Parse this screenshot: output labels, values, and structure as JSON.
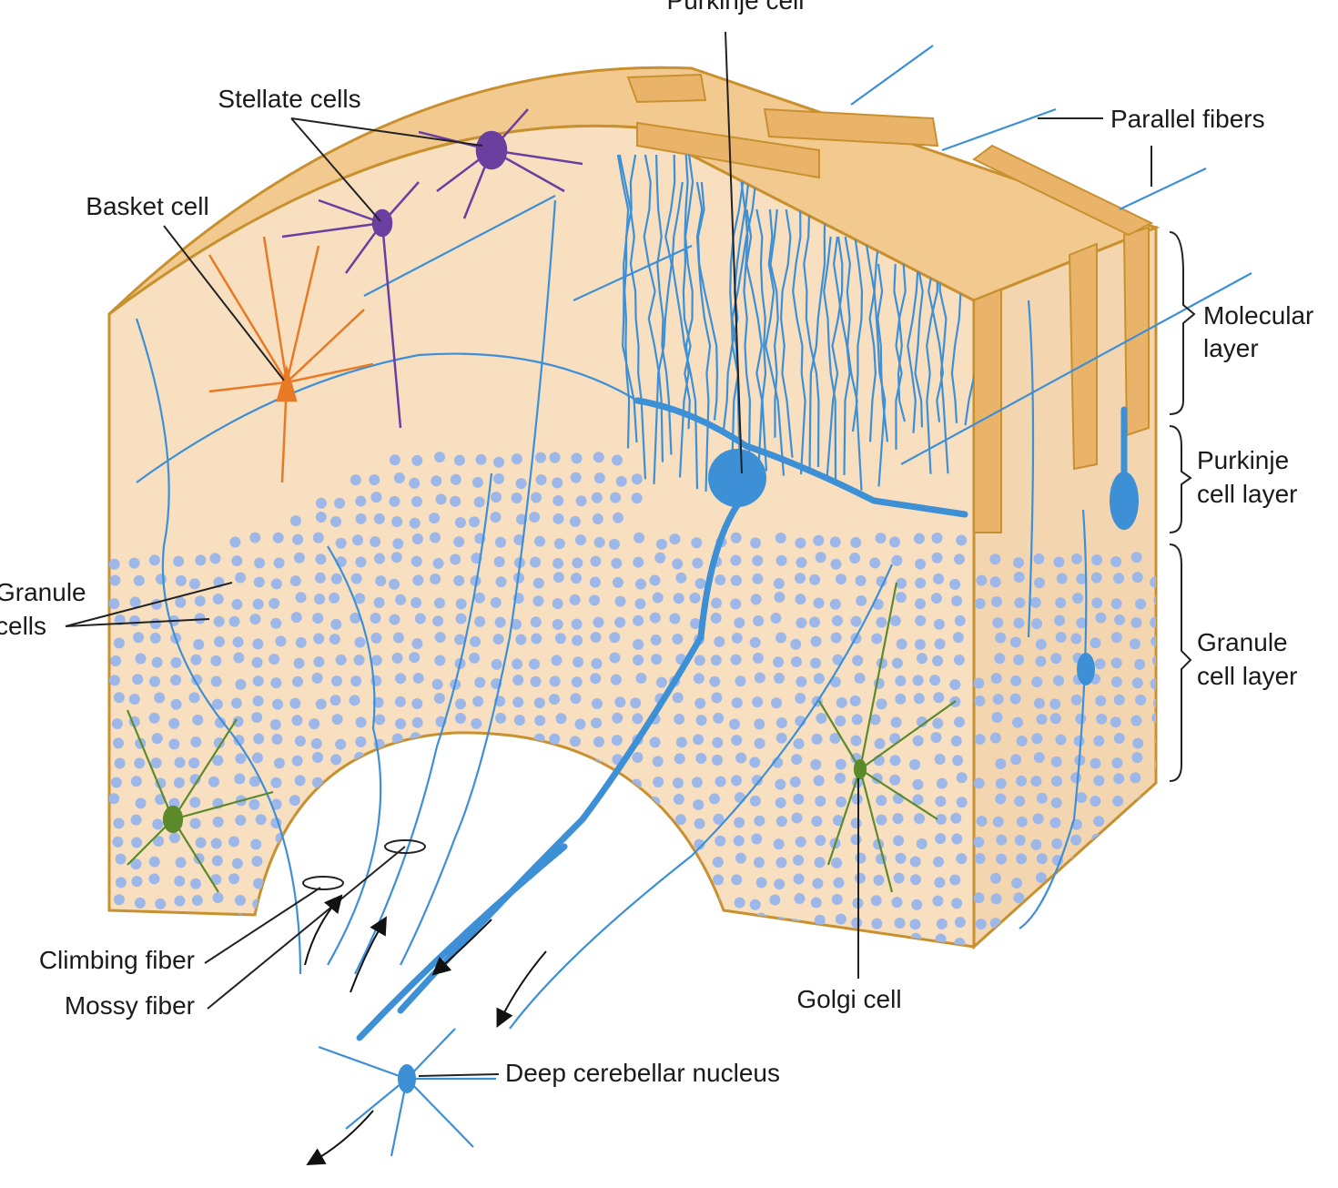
{
  "title": "Cerebellar cortex",
  "labels": {
    "purkinje_cell": "Purkinje cell",
    "stellate_cells": "Stellate cells",
    "basket_cell": "Basket cell",
    "parallel_fibers": "Parallel fibers",
    "molecular_layer_1": "Molecular",
    "molecular_layer_2": "layer",
    "purkinje_layer_1": "Purkinje",
    "purkinje_layer_2": "cell layer",
    "granule_layer_1": "Granule",
    "granule_layer_2": "cell layer",
    "granule_cells_1": "Granule",
    "granule_cells_2": "cells",
    "climbing_fiber": "Climbing fiber",
    "mossy_fiber": "Mossy fiber",
    "golgi_cell": "Golgi cell",
    "deep_nucleus": "Deep cerebellar nucleus"
  },
  "colors": {
    "tissue": "#f7dfc0",
    "outline": "#c8902e",
    "slab": "#e9b46a",
    "neuron_blue": "#3d8fd6",
    "granule_dot": "#9db8e8",
    "stellate": "#6a3fa0",
    "basket": "#e87a25",
    "golgi": "#5c8a2a"
  }
}
